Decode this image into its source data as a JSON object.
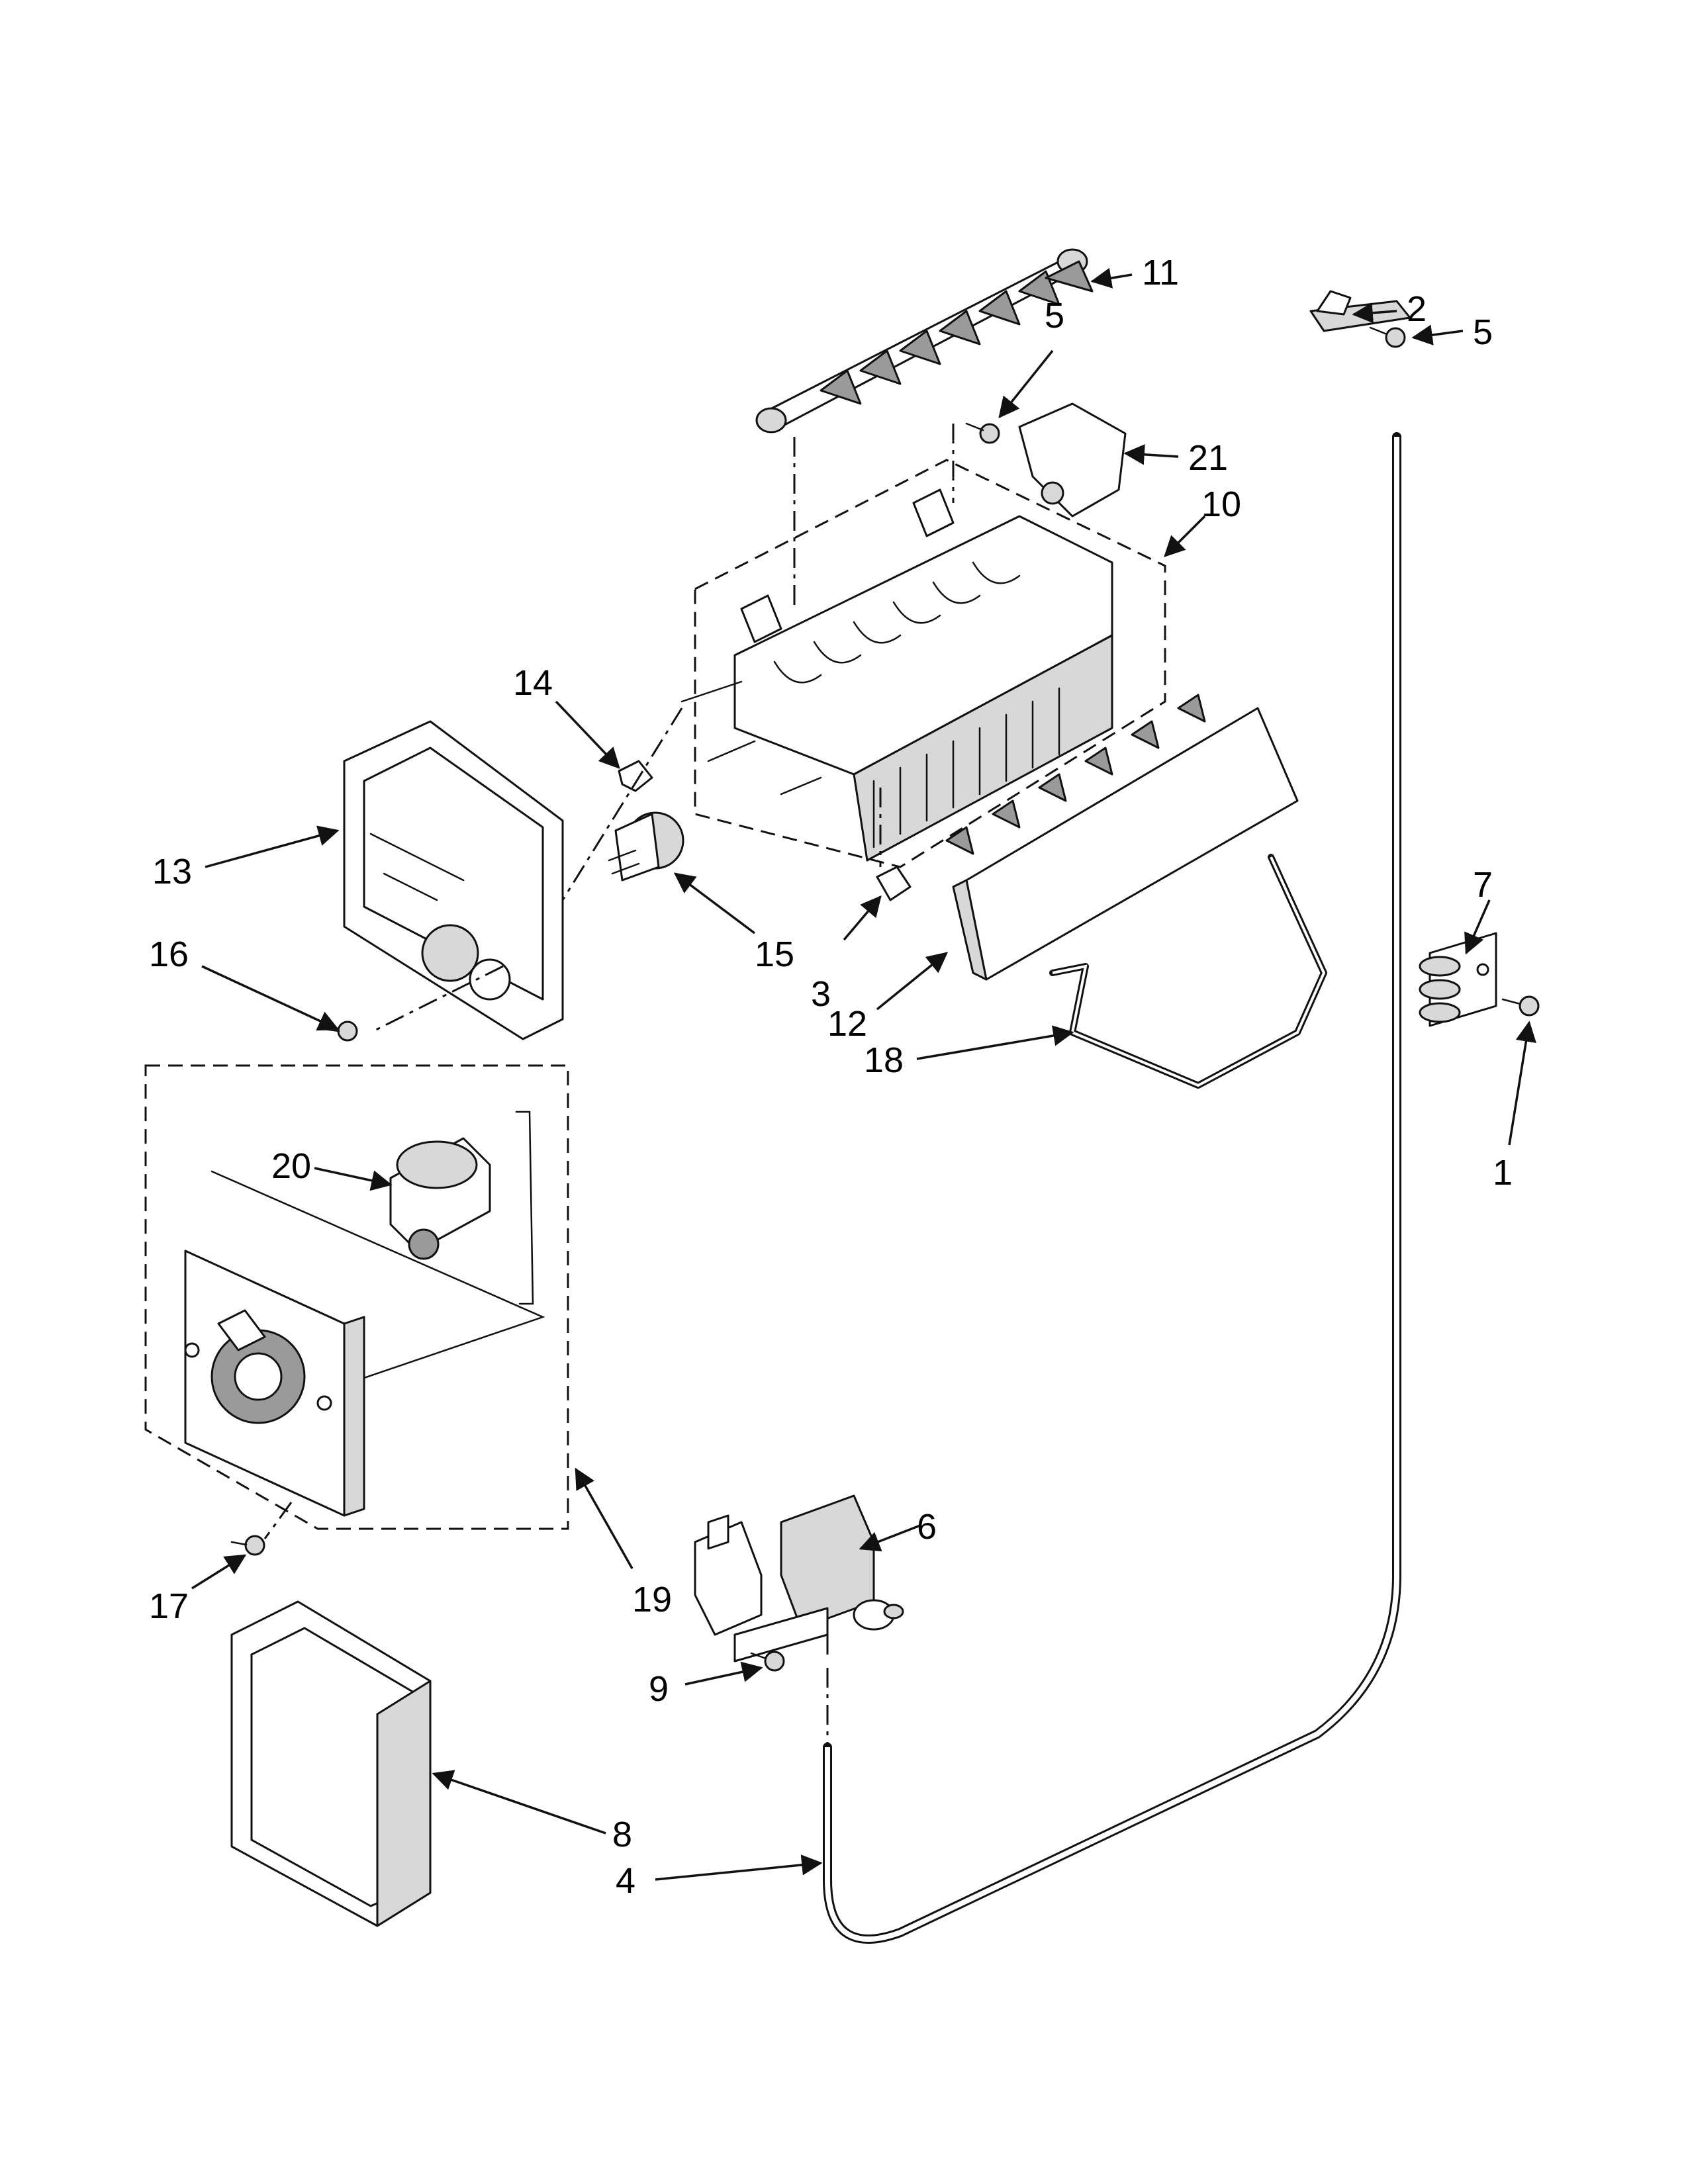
{
  "diagram": {
    "callouts": [
      {
        "id": "c11",
        "label": "11"
      },
      {
        "id": "c2",
        "label": "2"
      },
      {
        "id": "c5a",
        "label": "5"
      },
      {
        "id": "c5b",
        "label": "5"
      },
      {
        "id": "c21",
        "label": "21"
      },
      {
        "id": "c10",
        "label": "10"
      },
      {
        "id": "c14",
        "label": "14"
      },
      {
        "id": "c13",
        "label": "13"
      },
      {
        "id": "c15",
        "label": "15"
      },
      {
        "id": "c16",
        "label": "16"
      },
      {
        "id": "c3",
        "label": "3"
      },
      {
        "id": "c12",
        "label": "12"
      },
      {
        "id": "c18",
        "label": "18"
      },
      {
        "id": "c7",
        "label": "7"
      },
      {
        "id": "c1",
        "label": "1"
      },
      {
        "id": "c20",
        "label": "20"
      },
      {
        "id": "c19",
        "label": "19"
      },
      {
        "id": "c17",
        "label": "17"
      },
      {
        "id": "c6",
        "label": "6"
      },
      {
        "id": "c9",
        "label": "9"
      },
      {
        "id": "c8",
        "label": "8"
      },
      {
        "id": "c4",
        "label": "4"
      }
    ]
  }
}
